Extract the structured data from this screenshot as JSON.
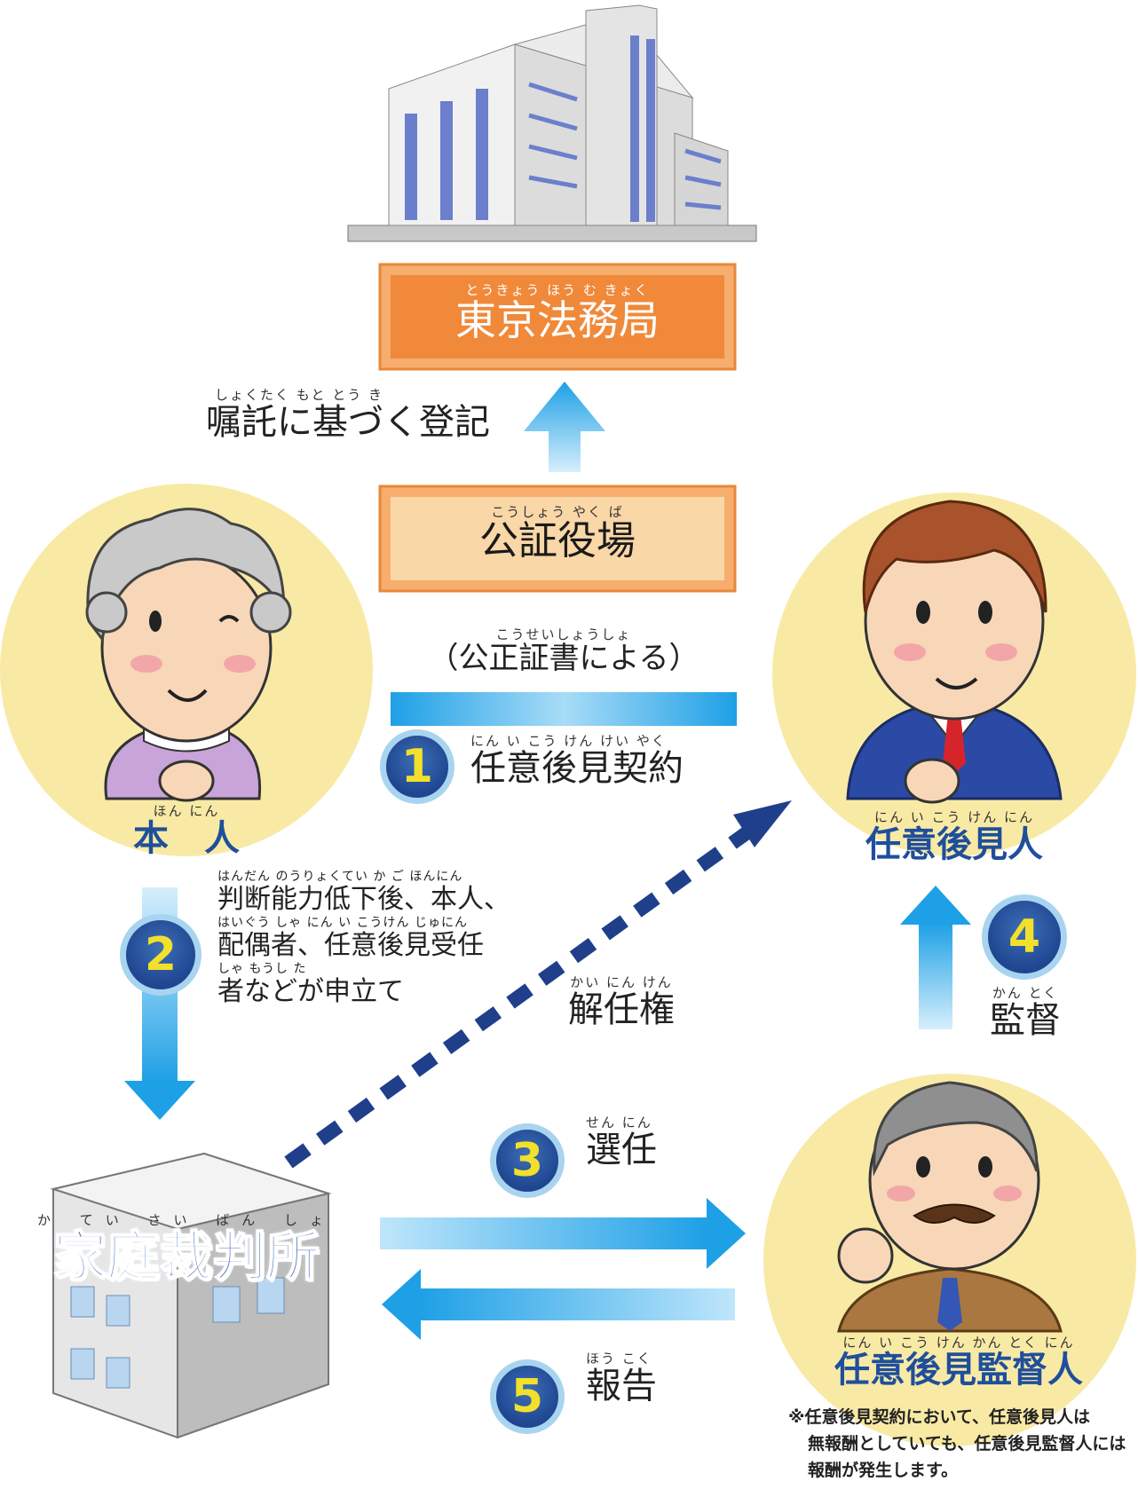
{
  "nodes": {
    "legal_bureau": {
      "ruby": "とうきょう ほう む きょく",
      "label": "東京法務局"
    },
    "notary_office": {
      "ruby": "こうしょう やく ば",
      "label": "公証役場"
    },
    "principal": {
      "ruby": "ほん にん",
      "label": "本　人"
    },
    "guardian": {
      "ruby": "にん い こう けん にん",
      "label": "任意後見人"
    },
    "supervisor": {
      "ruby": "にん い こう けん かん とく にん",
      "label": "任意後見監督人"
    },
    "family_court": {
      "ruby": "か てい さい ばん しょ",
      "label": "家庭裁判所"
    }
  },
  "labels": {
    "registration": {
      "ruby": "しょくたく もと とう き",
      "text": "嘱託に基づく登記"
    },
    "notarial_deed": {
      "ruby": "こうせいしょうしょ",
      "text": "（公正証書による）"
    },
    "dismissal": {
      "ruby": "かい にん けん",
      "text": "解任権"
    }
  },
  "steps": [
    {
      "num": "1",
      "ruby": "にん い こう けん けい やく",
      "text": "任意後見契約"
    },
    {
      "num": "2",
      "ruby_lines": [
        "はんだん のうりょくてい か ご ほんにん",
        "はいぐう しゃ にん い こうけん じゅにん",
        "しゃ もうし た"
      ],
      "lines": [
        "判断能力低下後、本人、",
        "配偶者、任意後見受任",
        "者などが申立て"
      ]
    },
    {
      "num": "3",
      "ruby": "せん にん",
      "text": "選任"
    },
    {
      "num": "4",
      "ruby": "かん とく",
      "text": "監督"
    },
    {
      "num": "5",
      "ruby": "ほう こく",
      "text": "報告"
    }
  ],
  "footnote": {
    "lines": [
      "※任意後見契約において、任意後見人は",
      "無報酬としていても、任意後見監督人には",
      "報酬が発生します。"
    ]
  },
  "colors": {
    "orange": "#f0893a",
    "light_orange": "#f9d7a6",
    "circle": "#f8eaa5",
    "arrow_blue": "#1ea0e6",
    "dark_blue": "#1f3f8a",
    "yellow_num": "#f3e02a"
  }
}
